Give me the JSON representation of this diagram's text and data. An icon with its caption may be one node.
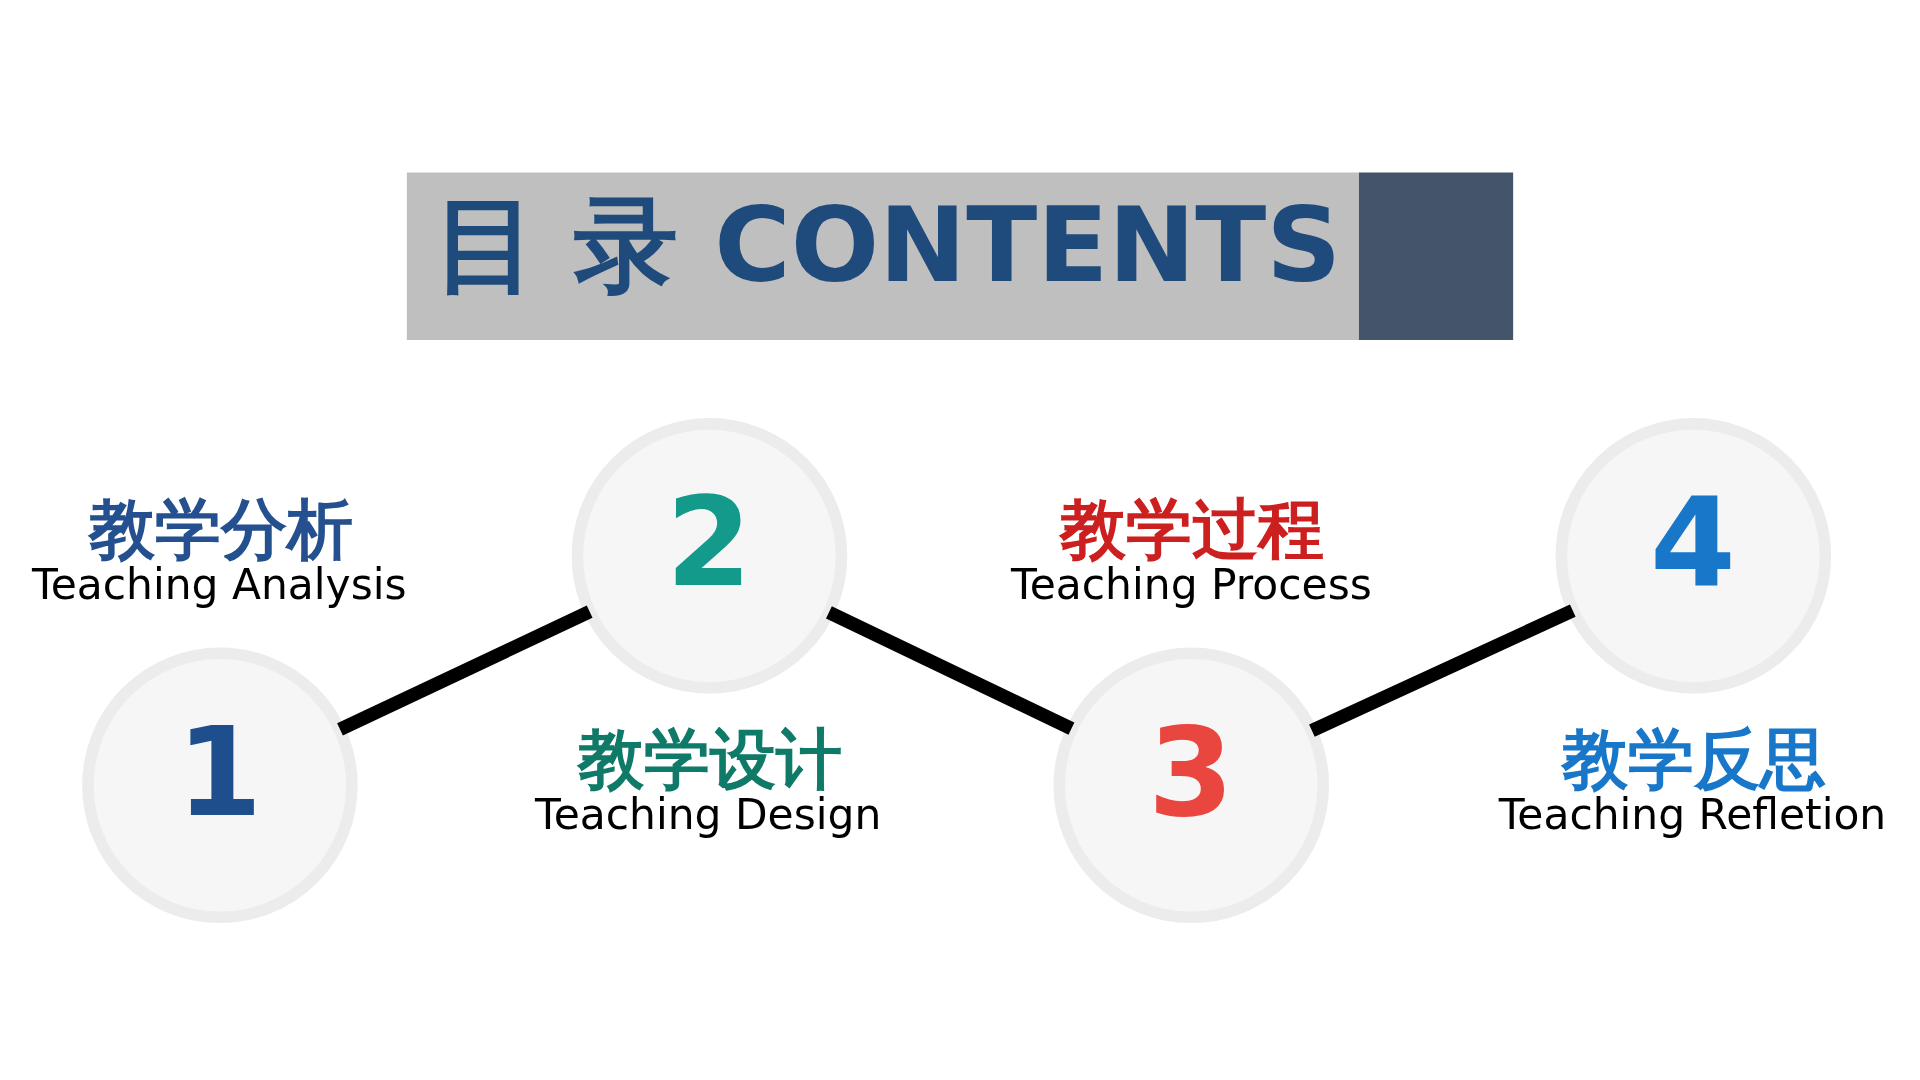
{
  "diagram": {
    "title": "目 录 CONTENTS",
    "nodes": [
      {
        "text": [
          "1"
        ],
        "beside": [
          "教学分析",
          "Teaching Analysis"
        ]
      },
      {
        "text": [
          "2"
        ],
        "beside": [
          "教学设计",
          "Teaching Design"
        ]
      },
      {
        "text": [
          "3"
        ],
        "beside": [
          "教学过程",
          "Teaching Process"
        ]
      },
      {
        "text": [
          "4"
        ],
        "beside": [
          "教学反思",
          "Teaching Refletion"
        ]
      }
    ],
    "edges": [
      {
        "from": 0,
        "to": 1,
        "arrow": "none"
      },
      {
        "from": 1,
        "to": 2,
        "arrow": "none"
      },
      {
        "from": 2,
        "to": 3,
        "arrow": "none"
      }
    ]
  }
}
